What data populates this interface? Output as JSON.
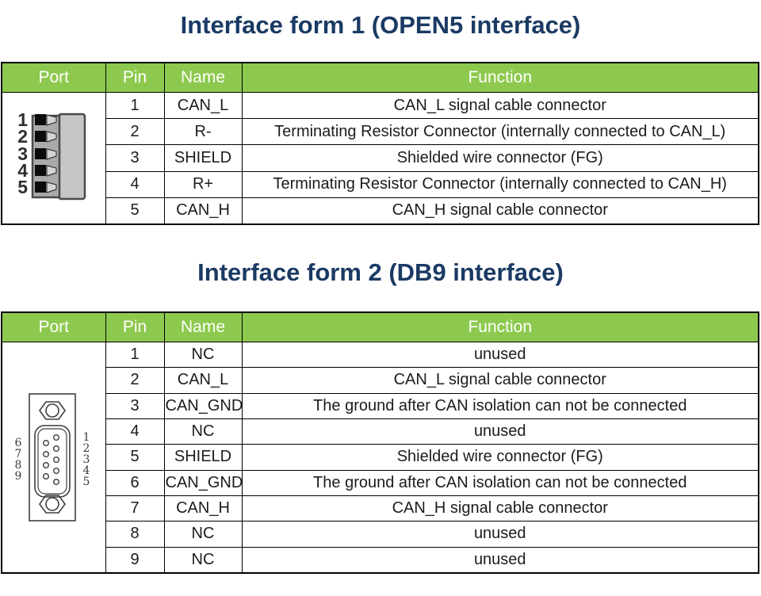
{
  "colors": {
    "header_green": "#8DC94E",
    "title_navy": "#1A3A64",
    "table_border": "#000000"
  },
  "section1": {
    "title": "Interface form 1 (OPEN5 interface)",
    "headers": [
      "Port",
      "Pin",
      "Name",
      "Function"
    ],
    "port_drawing": {
      "name": "open5-terminal-block",
      "labels": [
        "1",
        "2",
        "3",
        "4",
        "5"
      ]
    },
    "rows": [
      {
        "pin": "1",
        "name": "CAN_L",
        "function": "CAN_L signal cable connector"
      },
      {
        "pin": "2",
        "name": "R-",
        "function": "Terminating Resistor Connector (internally connected to CAN_L)"
      },
      {
        "pin": "3",
        "name": "SHIELD",
        "function": "Shielded wire connector (FG)"
      },
      {
        "pin": "4",
        "name": "R+",
        "function": "Terminating Resistor Connector (internally connected to CAN_H)"
      },
      {
        "pin": "5",
        "name": "CAN_H",
        "function": "CAN_H signal cable connector"
      }
    ]
  },
  "section2": {
    "title": "Interface form 2 (DB9 interface)",
    "headers": [
      "Port",
      "Pin",
      "Name",
      "Function"
    ],
    "port_drawing": {
      "name": "db9-connector",
      "left_labels": [
        "6",
        "7",
        "8",
        "9"
      ],
      "right_labels": [
        "1",
        "2",
        "3",
        "4",
        "5"
      ]
    },
    "rows": [
      {
        "pin": "1",
        "name": "NC",
        "function": "unused"
      },
      {
        "pin": "2",
        "name": "CAN_L",
        "function": "CAN_L signal cable connector"
      },
      {
        "pin": "3",
        "name": "CAN_GND",
        "function": "The ground after CAN isolation can not be connected"
      },
      {
        "pin": "4",
        "name": "NC",
        "function": "unused"
      },
      {
        "pin": "5",
        "name": "SHIELD",
        "function": "Shielded wire connector (FG)"
      },
      {
        "pin": "6",
        "name": "CAN_GND",
        "function": "The ground after CAN isolation can not be connected"
      },
      {
        "pin": "7",
        "name": "CAN_H",
        "function": "CAN_H signal cable connector"
      },
      {
        "pin": "8",
        "name": "NC",
        "function": "unused"
      },
      {
        "pin": "9",
        "name": "NC",
        "function": "unused"
      }
    ]
  }
}
